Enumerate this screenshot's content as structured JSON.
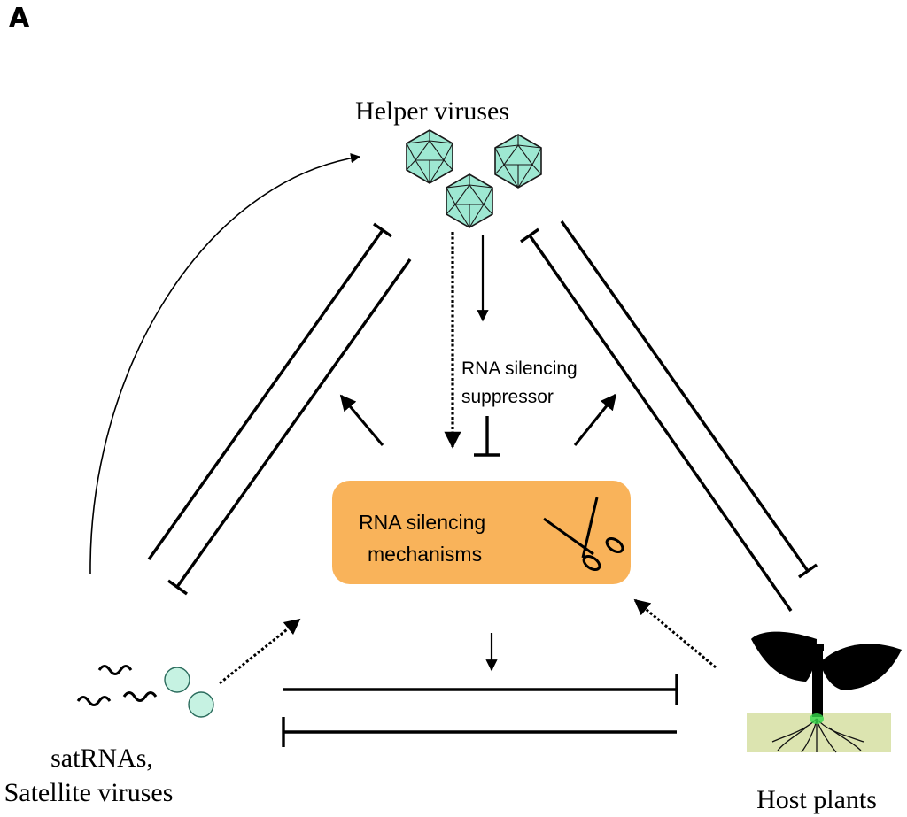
{
  "panel_letter": "A",
  "nodes": {
    "helper_viruses": "Helper viruses",
    "satellites_line1": "satRNAs,",
    "satellites_line2": "Satellite viruses",
    "host_plants": "Host plants"
  },
  "center_box": {
    "line1": "RNA silencing",
    "line2": "mechanisms",
    "fill": "#f9b35a"
  },
  "suppressor_label": {
    "line1": "RNA silencing",
    "line2": "suppressor"
  },
  "colors": {
    "virus_fill": "#9ee8d2",
    "satellite_particle_fill": "#c6f2e2",
    "soil_fill": "#dce4b0",
    "plant_fill": "#000000",
    "root_glow": "#34d84a"
  },
  "icons": {
    "virus": "icosahedral-virus-icon",
    "scissors": "scissors-icon",
    "satRNA": "squiggle-rna-icon",
    "plant": "plant-silhouette-icon"
  }
}
